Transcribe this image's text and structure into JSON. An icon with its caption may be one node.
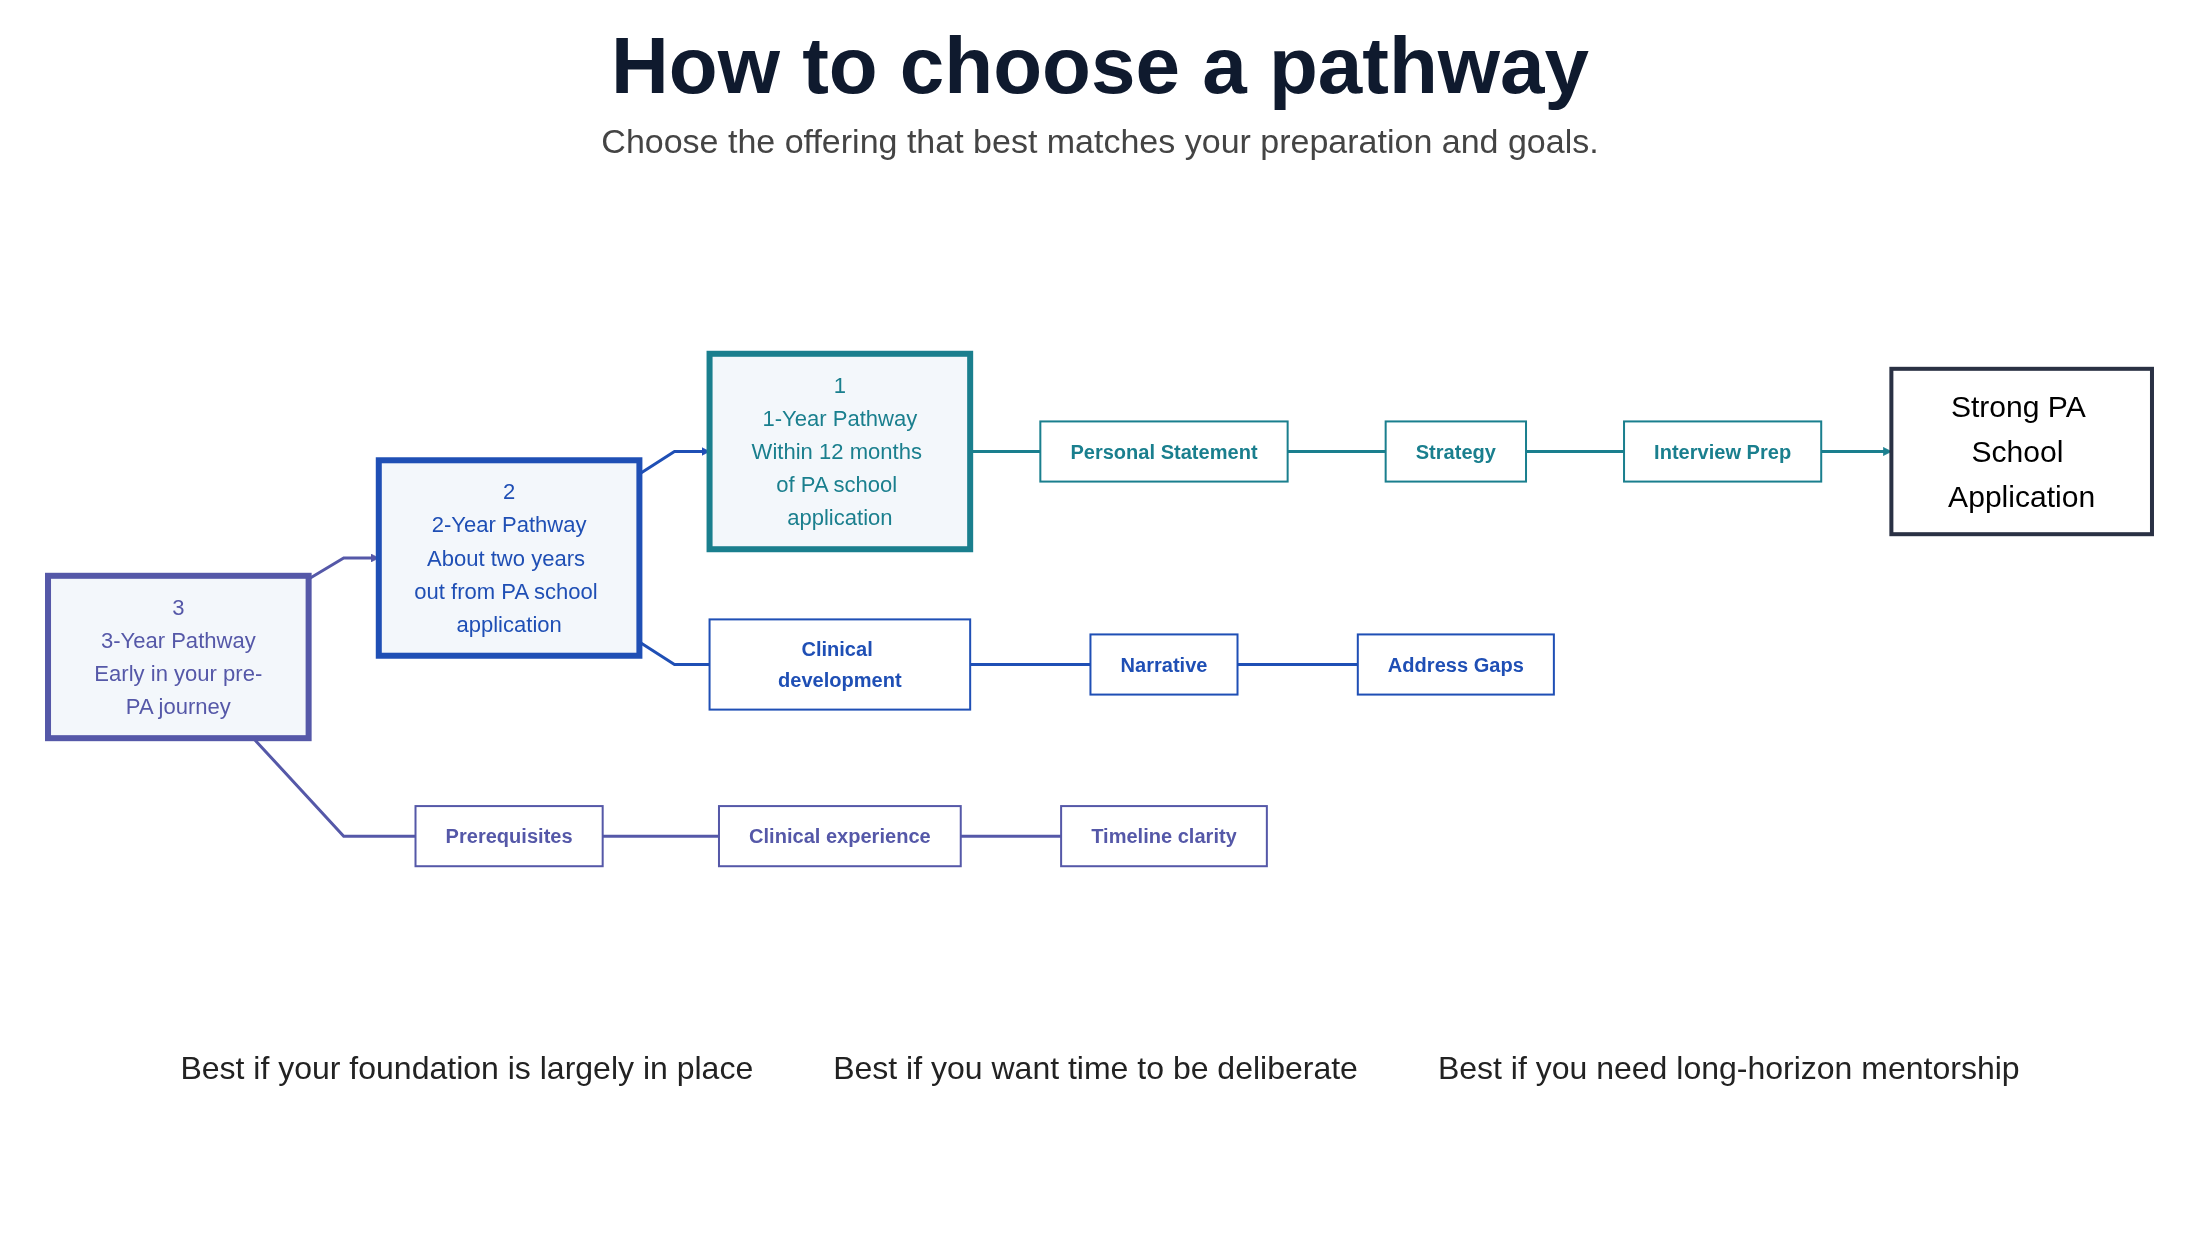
{
  "diagram": {
    "title": "How to choose a pathway",
    "nodes": [
      {
        "text": [
          "1",
          "1-Year Pathway",
          "Within 12 months of PA school application"
        ]
      },
      {
        "text": [
          "Personal Statement"
        ]
      },
      {
        "text": [
          "Strategy"
        ]
      },
      {
        "text": [
          "Interview Prep"
        ]
      },
      {
        "text": [
          "2",
          "2-Year Pathway",
          "About two years out from PA school application"
        ]
      },
      {
        "text": [
          "Clinical development"
        ]
      },
      {
        "text": [
          "Narrative"
        ]
      },
      {
        "text": [
          "Address Gaps"
        ]
      },
      {
        "text": [
          "3",
          "3-Year Pathway",
          "Early in your pre-PA journey"
        ]
      },
      {
        "text": [
          "Prerequisites"
        ]
      },
      {
        "text": [
          "Clinical experience"
        ]
      },
      {
        "text": [
          "Timeline clarity"
        ]
      },
      {
        "text": [
          "Strong PA School Application"
        ]
      }
    ],
    "edges": [
      {
        "from": 0,
        "to": 1,
        "arrow": "none",
        "color": "#1a7f8e"
      },
      {
        "from": 1,
        "to": 2,
        "arrow": "none",
        "color": "#1a7f8e"
      },
      {
        "from": 2,
        "to": 3,
        "arrow": "none",
        "color": "#1a7f8e"
      },
      {
        "from": 3,
        "to": 12,
        "arrow": "to",
        "color": "#1a7f8e"
      },
      {
        "from": 4,
        "to": 5,
        "arrow": "none",
        "color": "#1f4fb5"
      },
      {
        "from": 5,
        "to": 6,
        "arrow": "none",
        "color": "#1f4fb5"
      },
      {
        "from": 6,
        "to": 7,
        "arrow": "none",
        "color": "#1f4fb5"
      },
      {
        "from": 8,
        "to": 9,
        "arrow": "none",
        "color": "#5558a8"
      },
      {
        "from": 9,
        "to": 10,
        "arrow": "none",
        "color": "#5558a8"
      },
      {
        "from": 10,
        "to": 11,
        "arrow": "none",
        "color": "#5558a8"
      },
      {
        "from": 8,
        "to": 4,
        "arrow": "to",
        "color": "#5558a8"
      },
      {
        "from": 4,
        "to": 0,
        "arrow": "to",
        "color": "#1f4fb5"
      }
    ],
    "labels": [
      "Choose the offering that best matches your preparation and goals.",
      "Best if your foundation is largely in place",
      "Best if you want time to be deliberate",
      "Best if you need long-horizon mentorship"
    ]
  }
}
